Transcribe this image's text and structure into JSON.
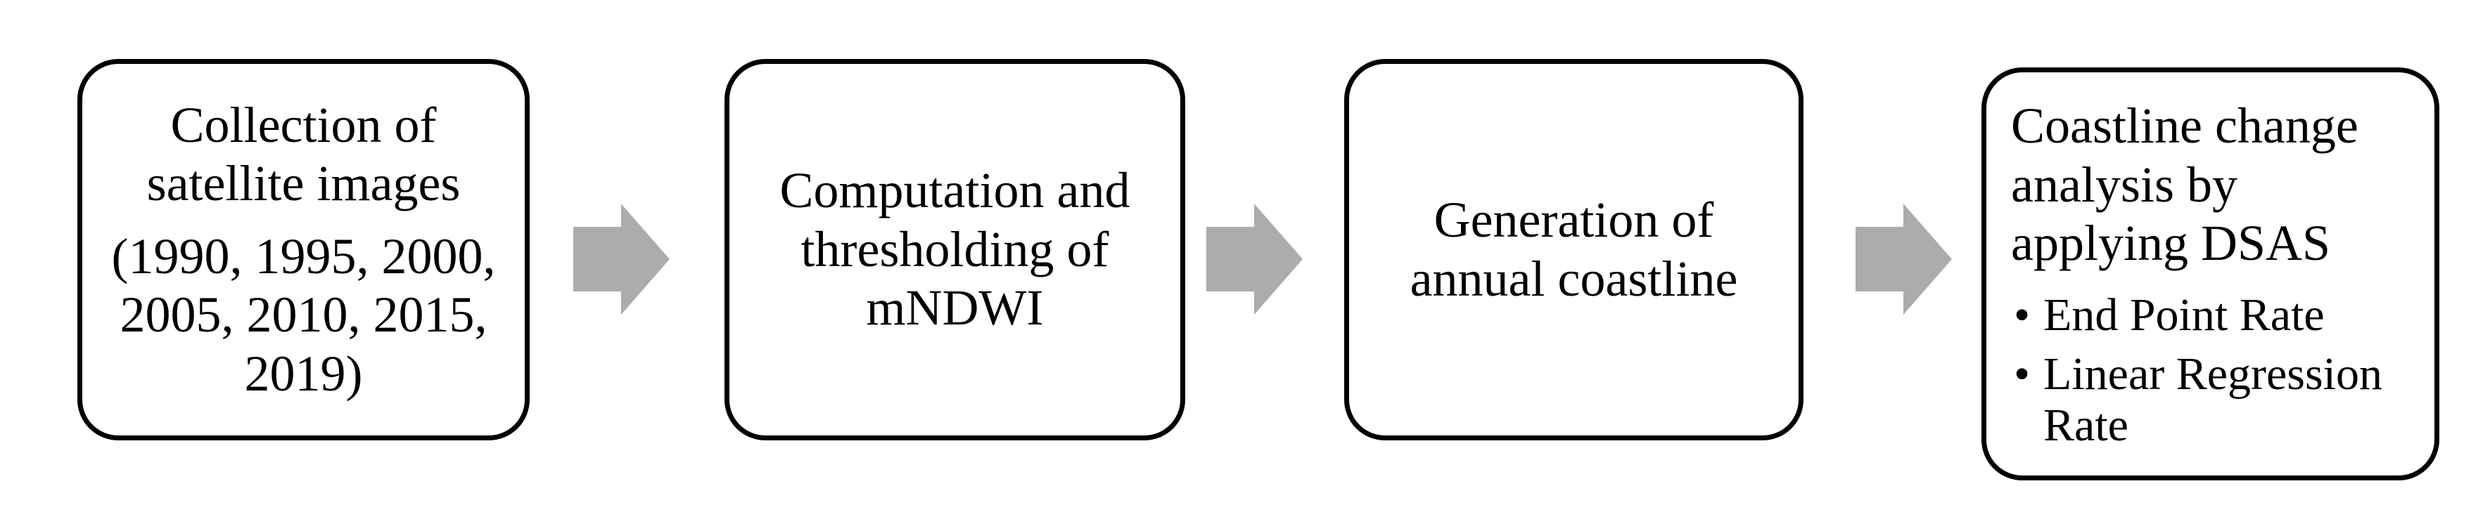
{
  "flowchart": {
    "steps": {
      "step1": {
        "title": "Collection of satellite images",
        "years": "(1990, 1995, 2000, 2005, 2010, 2015, 2019)"
      },
      "step2": {
        "title": "Computation and thresholding of mNDWI"
      },
      "step3": {
        "title": "Generation of annual coastline"
      },
      "step4": {
        "title": "Coastline change analysis by applying DSAS",
        "bullets": [
          "End Point Rate",
          "Linear Regression Rate"
        ]
      }
    },
    "colors": {
      "box_background": "#FFFFFF",
      "box_border": "#000000",
      "text": "#000000",
      "arrow": "#ACACAC",
      "page_background": "#FFFFFF"
    }
  }
}
